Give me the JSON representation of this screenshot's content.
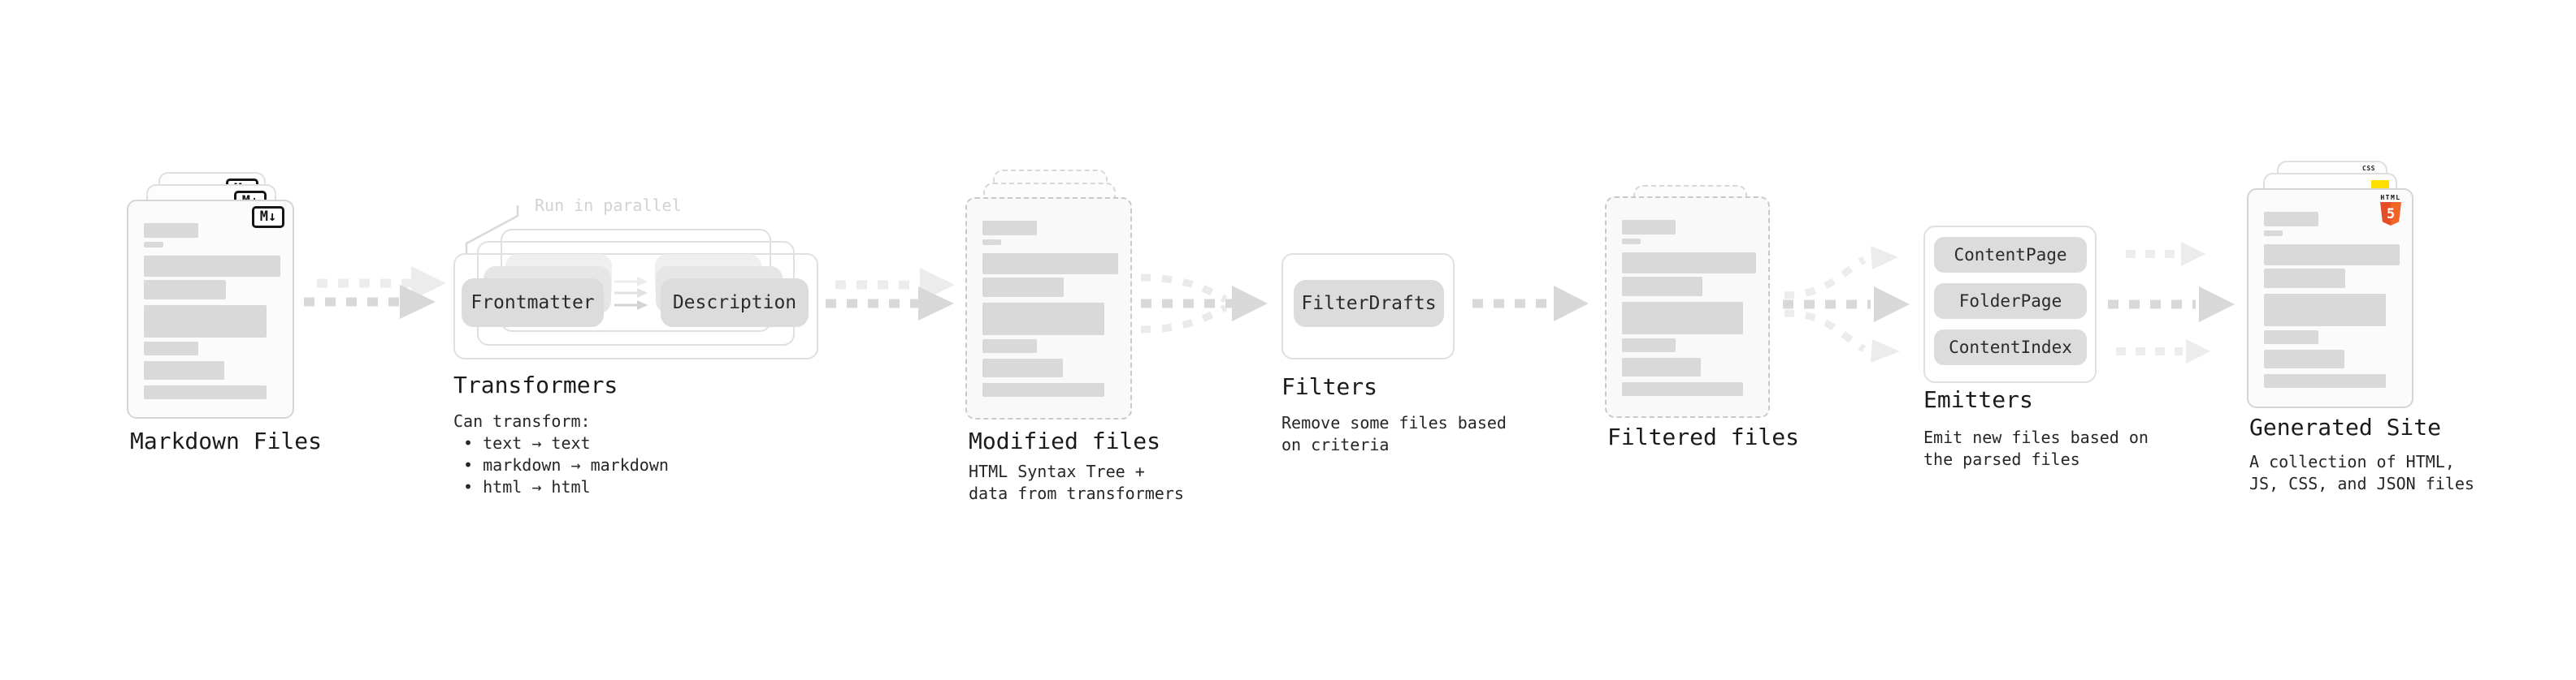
{
  "colors": {
    "html5_orange": "#e44d26",
    "js_yellow": "#ffdf00",
    "css_blue": "#2b6bf5",
    "arrow_gray": "#d8d8d8",
    "arrow_light": "#ececec",
    "pill_gray": "#dcdcdc",
    "placeholder_bar_gray": "#d9d9d9"
  },
  "icons": {
    "markdown_badge": "M↓"
  },
  "stages": [
    {
      "id": "markdown-files",
      "label": "Markdown Files"
    },
    {
      "id": "transformers",
      "label": "Transformers",
      "note": "Run in parallel",
      "pill_left": "Frontmatter",
      "pill_right": "Description",
      "desc": "Can transform:\n • text → text\n • markdown → markdown\n • html → html"
    },
    {
      "id": "modified-files",
      "label": "Modified files",
      "desc": "HTML Syntax Tree +\ndata from transformers"
    },
    {
      "id": "filters",
      "label": "Filters",
      "pill": "FilterDrafts",
      "desc": "Remove some files based\non criteria"
    },
    {
      "id": "filtered-files",
      "label": "Filtered files"
    },
    {
      "id": "emitters",
      "label": "Emitters",
      "pills": [
        "ContentPage",
        "FolderPage",
        "ContentIndex"
      ],
      "desc": "Emit new files based on\nthe parsed files"
    },
    {
      "id": "generated-site",
      "label": "Generated Site",
      "desc": "A collection of HTML,\nJS, CSS, and JSON files",
      "badges": {
        "css": "CSS",
        "html": "HTML",
        "html5_number": "5"
      }
    }
  ]
}
